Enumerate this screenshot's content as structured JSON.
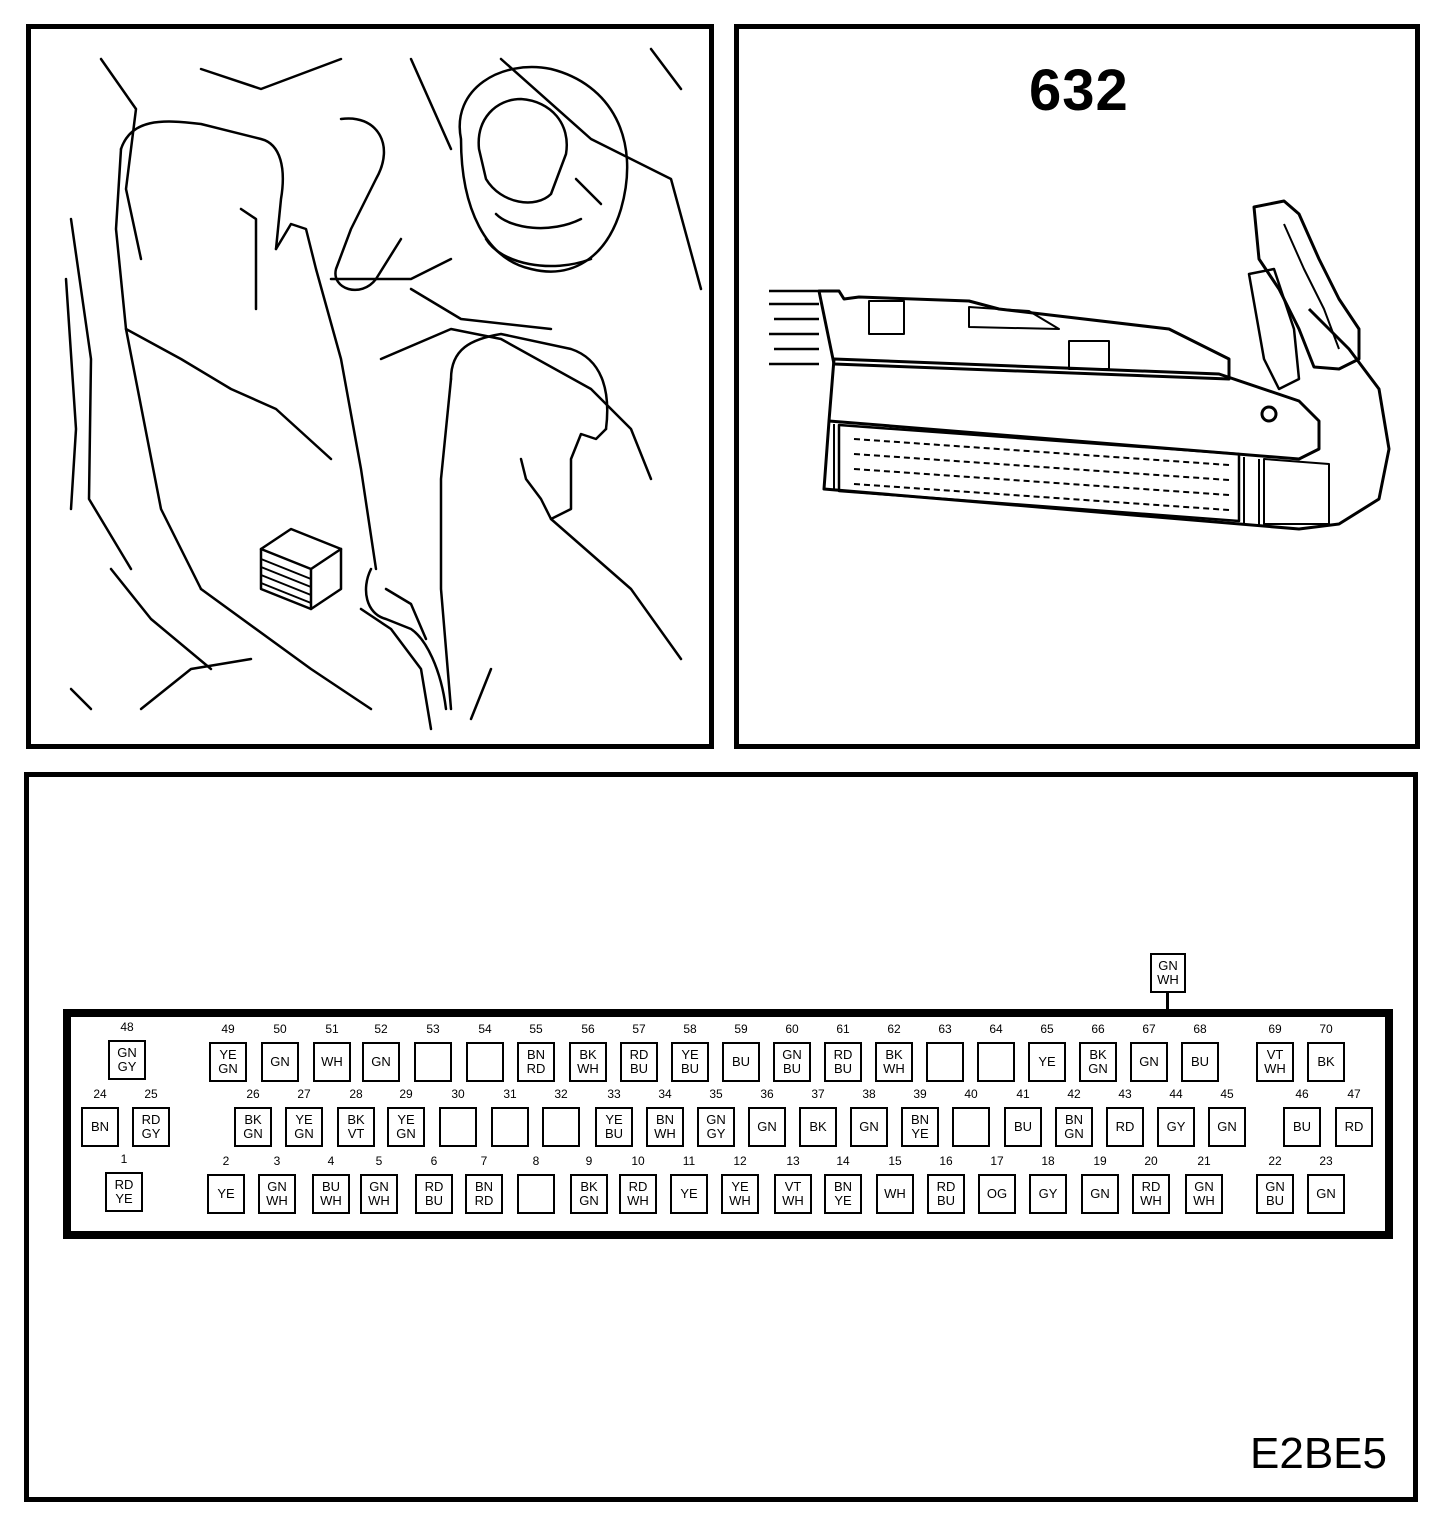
{
  "component_id": "632",
  "diagram_code": "E2BE5",
  "external_wire": {
    "c1": "GN",
    "c2": "WH"
  },
  "pins": [
    {
      "n": "48",
      "c1": "GN",
      "c2": "GY"
    },
    {
      "n": "49",
      "c1": "YE",
      "c2": "GN"
    },
    {
      "n": "50",
      "c1": "GN",
      "c2": ""
    },
    {
      "n": "51",
      "c1": "WH",
      "c2": ""
    },
    {
      "n": "52",
      "c1": "GN",
      "c2": ""
    },
    {
      "n": "53",
      "c1": "",
      "c2": ""
    },
    {
      "n": "54",
      "c1": "",
      "c2": ""
    },
    {
      "n": "55",
      "c1": "BN",
      "c2": "RD"
    },
    {
      "n": "56",
      "c1": "BK",
      "c2": "WH"
    },
    {
      "n": "57",
      "c1": "RD",
      "c2": "BU"
    },
    {
      "n": "58",
      "c1": "YE",
      "c2": "BU"
    },
    {
      "n": "59",
      "c1": "BU",
      "c2": ""
    },
    {
      "n": "60",
      "c1": "GN",
      "c2": "BU"
    },
    {
      "n": "61",
      "c1": "RD",
      "c2": "BU"
    },
    {
      "n": "62",
      "c1": "BK",
      "c2": "WH"
    },
    {
      "n": "63",
      "c1": "",
      "c2": ""
    },
    {
      "n": "64",
      "c1": "",
      "c2": ""
    },
    {
      "n": "65",
      "c1": "YE",
      "c2": ""
    },
    {
      "n": "66",
      "c1": "BK",
      "c2": "GN"
    },
    {
      "n": "67",
      "c1": "GN",
      "c2": ""
    },
    {
      "n": "68",
      "c1": "BU",
      "c2": ""
    },
    {
      "n": "69",
      "c1": "VT",
      "c2": "WH"
    },
    {
      "n": "70",
      "c1": "BK",
      "c2": ""
    },
    {
      "n": "24",
      "c1": "BN",
      "c2": ""
    },
    {
      "n": "25",
      "c1": "RD",
      "c2": "GY"
    },
    {
      "n": "26",
      "c1": "BK",
      "c2": "GN"
    },
    {
      "n": "27",
      "c1": "YE",
      "c2": "GN"
    },
    {
      "n": "28",
      "c1": "BK",
      "c2": "VT"
    },
    {
      "n": "29",
      "c1": "YE",
      "c2": "GN"
    },
    {
      "n": "30",
      "c1": "",
      "c2": ""
    },
    {
      "n": "31",
      "c1": "",
      "c2": ""
    },
    {
      "n": "32",
      "c1": "",
      "c2": ""
    },
    {
      "n": "33",
      "c1": "YE",
      "c2": "BU"
    },
    {
      "n": "34",
      "c1": "BN",
      "c2": "WH"
    },
    {
      "n": "35",
      "c1": "GN",
      "c2": "GY"
    },
    {
      "n": "36",
      "c1": "GN",
      "c2": ""
    },
    {
      "n": "37",
      "c1": "BK",
      "c2": ""
    },
    {
      "n": "38",
      "c1": "GN",
      "c2": ""
    },
    {
      "n": "39",
      "c1": "BN",
      "c2": "YE"
    },
    {
      "n": "40",
      "c1": "",
      "c2": ""
    },
    {
      "n": "41",
      "c1": "BU",
      "c2": ""
    },
    {
      "n": "42",
      "c1": "BN",
      "c2": "GN"
    },
    {
      "n": "43",
      "c1": "RD",
      "c2": ""
    },
    {
      "n": "44",
      "c1": "GY",
      "c2": ""
    },
    {
      "n": "45",
      "c1": "GN",
      "c2": ""
    },
    {
      "n": "46",
      "c1": "BU",
      "c2": ""
    },
    {
      "n": "47",
      "c1": "RD",
      "c2": ""
    },
    {
      "n": "1",
      "c1": "RD",
      "c2": "YE"
    },
    {
      "n": "2",
      "c1": "YE",
      "c2": ""
    },
    {
      "n": "3",
      "c1": "GN",
      "c2": "WH"
    },
    {
      "n": "4",
      "c1": "BU",
      "c2": "WH"
    },
    {
      "n": "5",
      "c1": "GN",
      "c2": "WH"
    },
    {
      "n": "6",
      "c1": "RD",
      "c2": "BU"
    },
    {
      "n": "7",
      "c1": "BN",
      "c2": "RD"
    },
    {
      "n": "8",
      "c1": "",
      "c2": ""
    },
    {
      "n": "9",
      "c1": "BK",
      "c2": "GN"
    },
    {
      "n": "10",
      "c1": "RD",
      "c2": "WH"
    },
    {
      "n": "11",
      "c1": "YE",
      "c2": ""
    },
    {
      "n": "12",
      "c1": "YE",
      "c2": "WH"
    },
    {
      "n": "13",
      "c1": "VT",
      "c2": "WH"
    },
    {
      "n": "14",
      "c1": "BN",
      "c2": "YE"
    },
    {
      "n": "15",
      "c1": "WH",
      "c2": ""
    },
    {
      "n": "16",
      "c1": "RD",
      "c2": "BU"
    },
    {
      "n": "17",
      "c1": "OG",
      "c2": ""
    },
    {
      "n": "18",
      "c1": "GY",
      "c2": ""
    },
    {
      "n": "19",
      "c1": "GN",
      "c2": ""
    },
    {
      "n": "20",
      "c1": "RD",
      "c2": "WH"
    },
    {
      "n": "21",
      "c1": "GN",
      "c2": "WH"
    },
    {
      "n": "22",
      "c1": "GN",
      "c2": "BU"
    },
    {
      "n": "23",
      "c1": "GN",
      "c2": ""
    }
  ]
}
